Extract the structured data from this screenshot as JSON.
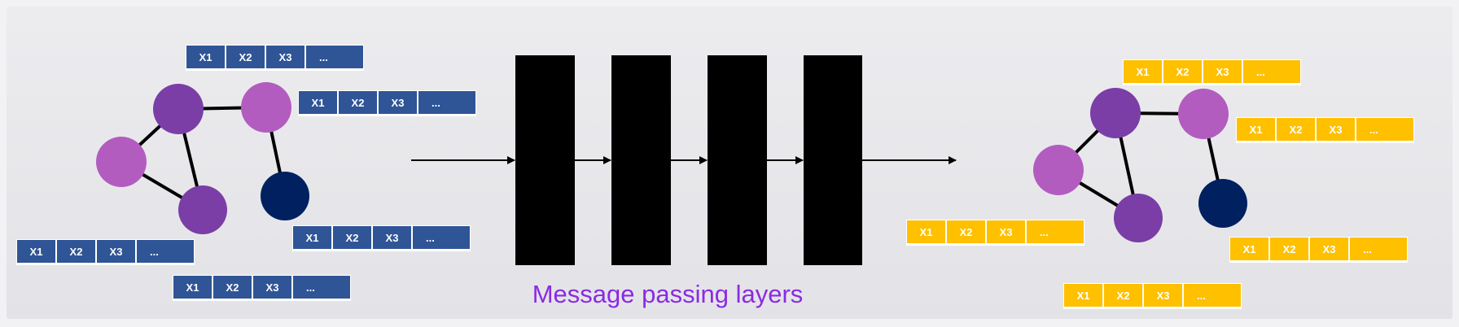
{
  "caption": "Message passing layers",
  "colors": {
    "input_feature": "#2f5597",
    "output_feature": "#ffc000",
    "node_pink": "#b35cc0",
    "node_purple": "#7a3ea6",
    "node_navy": "#002060",
    "layer": "#000000",
    "caption": "#8a2be2"
  },
  "feature_labels": [
    "X1",
    "X2",
    "X3",
    "..."
  ],
  "input_graph": {
    "nodes": [
      {
        "id": "n1",
        "color": "pink"
      },
      {
        "id": "n2",
        "color": "purple"
      },
      {
        "id": "n3",
        "color": "pink"
      },
      {
        "id": "n4",
        "color": "purple"
      },
      {
        "id": "n5",
        "color": "navy"
      }
    ],
    "edges": [
      [
        "n1",
        "n2"
      ],
      [
        "n1",
        "n4"
      ],
      [
        "n2",
        "n4"
      ],
      [
        "n2",
        "n3"
      ],
      [
        "n3",
        "n5"
      ]
    ]
  },
  "output_graph": {
    "nodes": [
      {
        "id": "m1",
        "color": "pink"
      },
      {
        "id": "m2",
        "color": "purple"
      },
      {
        "id": "m3",
        "color": "pink"
      },
      {
        "id": "m4",
        "color": "purple"
      },
      {
        "id": "m5",
        "color": "navy"
      }
    ],
    "edges": [
      [
        "m1",
        "m2"
      ],
      [
        "m1",
        "m4"
      ],
      [
        "m2",
        "m4"
      ],
      [
        "m2",
        "m3"
      ],
      [
        "m3",
        "m5"
      ]
    ]
  },
  "layer_count": 4
}
